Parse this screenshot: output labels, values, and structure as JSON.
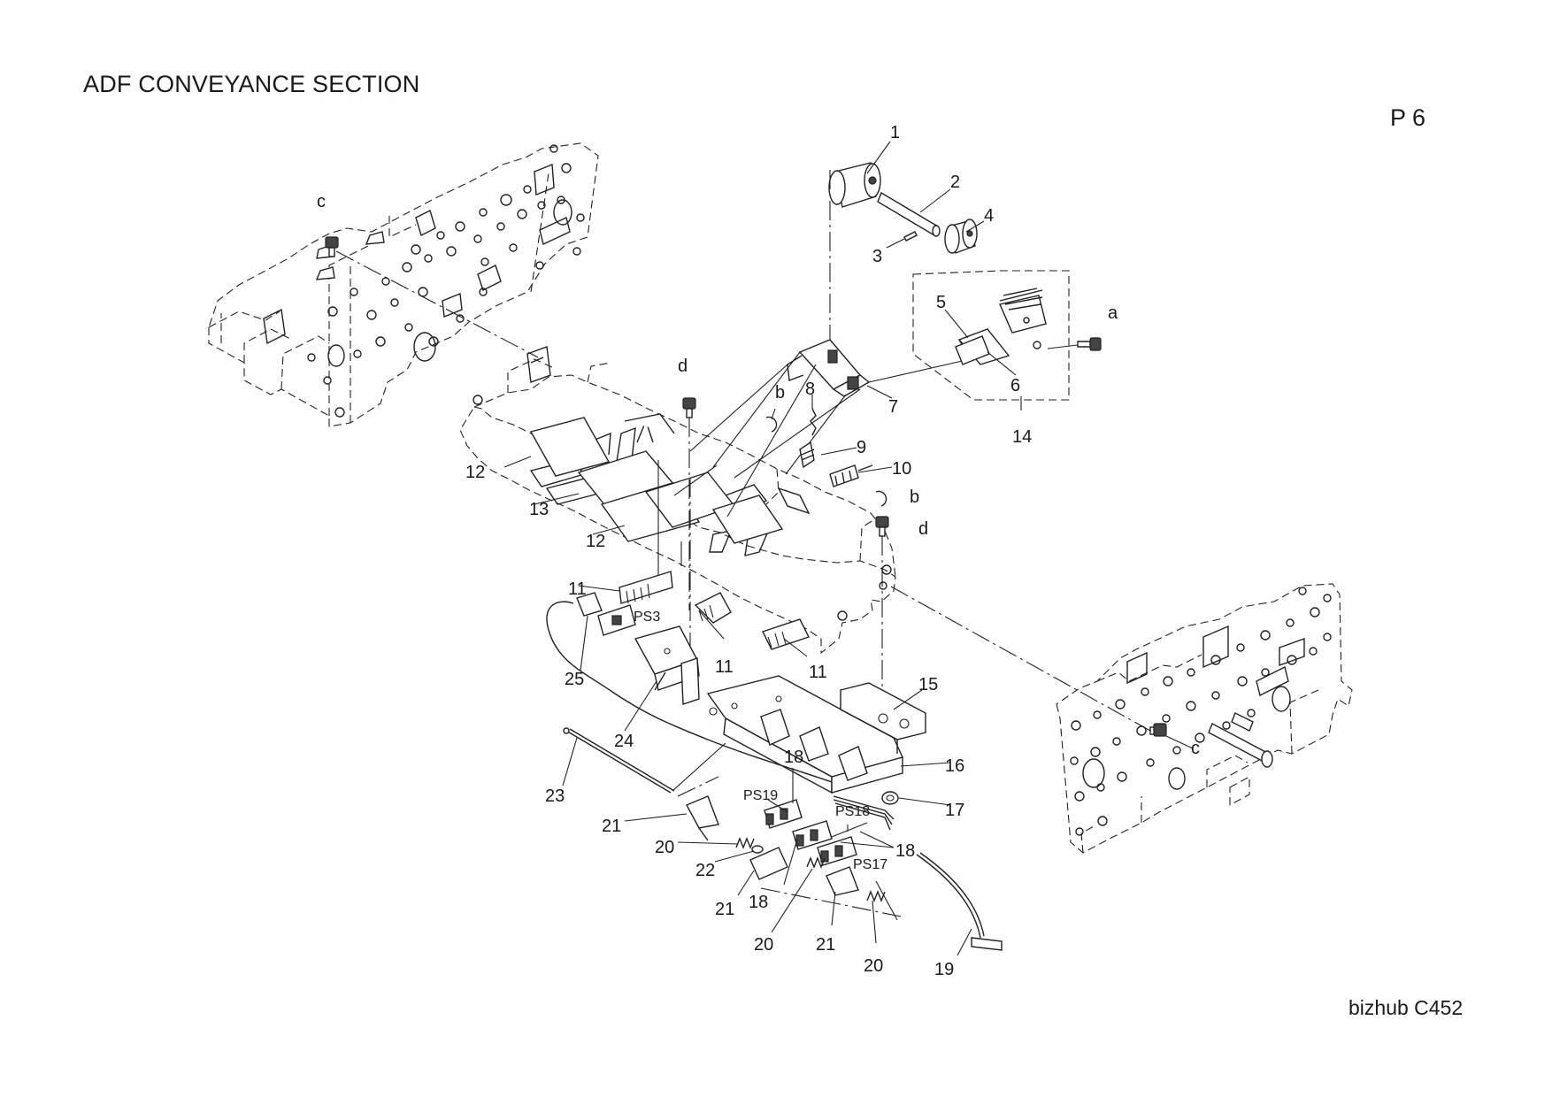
{
  "header": {
    "title": "ADF CONVEYANCE SECTION",
    "page": "P 6"
  },
  "footer": {
    "model": "bizhub C452"
  },
  "callouts": {
    "c1": "1",
    "c2": "2",
    "c3": "3",
    "c4": "4",
    "c5": "5",
    "c6": "6",
    "c7": "7",
    "c8": "8",
    "c9": "9",
    "c10": "10",
    "c11a": "11",
    "c11b": "11",
    "c11c": "11",
    "c12a": "12",
    "c12b": "12",
    "c13": "13",
    "c14": "14",
    "c15": "15",
    "c16": "16",
    "c17": "17",
    "c18a": "18",
    "c18b": "18",
    "c18c": "18",
    "c19": "19",
    "c20a": "20",
    "c20b": "20",
    "c20c": "20",
    "c21a": "21",
    "c21b": "21",
    "c21c": "21",
    "c22": "22",
    "c23": "23",
    "c24": "24",
    "c25": "25",
    "a": "a",
    "b1": "b",
    "b2": "b",
    "c_left": "c",
    "c_right": "c",
    "d1": "d",
    "d2": "d",
    "ps3": "PS3",
    "ps17": "PS17",
    "ps18": "PS18",
    "ps19": "PS19"
  }
}
